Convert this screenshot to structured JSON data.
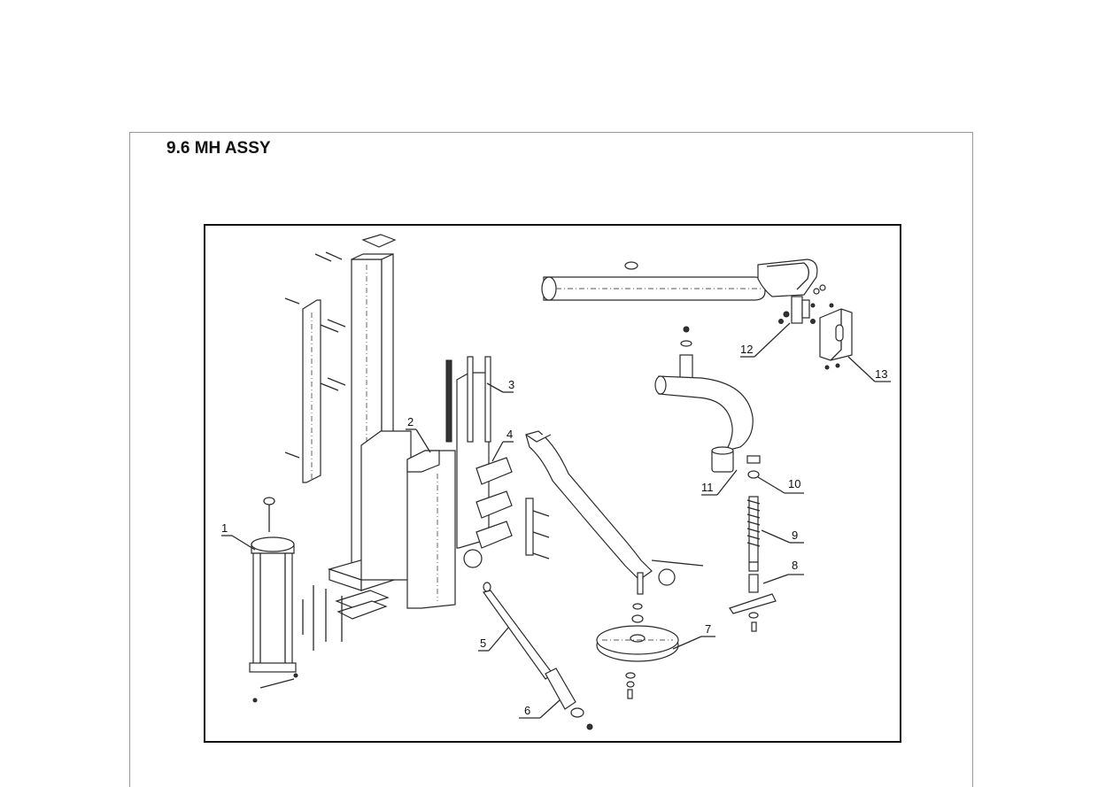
{
  "page": {
    "section_title": "9.6 MH ASSY"
  },
  "callouts": [
    {
      "id": "callout-1",
      "label": "1"
    },
    {
      "id": "callout-2",
      "label": "2"
    },
    {
      "id": "callout-3",
      "label": "3"
    },
    {
      "id": "callout-4",
      "label": "4"
    },
    {
      "id": "callout-5",
      "label": "5"
    },
    {
      "id": "callout-6",
      "label": "6"
    },
    {
      "id": "callout-7",
      "label": "7"
    },
    {
      "id": "callout-8",
      "label": "8"
    },
    {
      "id": "callout-9",
      "label": "9"
    },
    {
      "id": "callout-10",
      "label": "10"
    },
    {
      "id": "callout-11",
      "label": "11"
    },
    {
      "id": "callout-12",
      "label": "12"
    },
    {
      "id": "callout-13",
      "label": "13"
    }
  ]
}
